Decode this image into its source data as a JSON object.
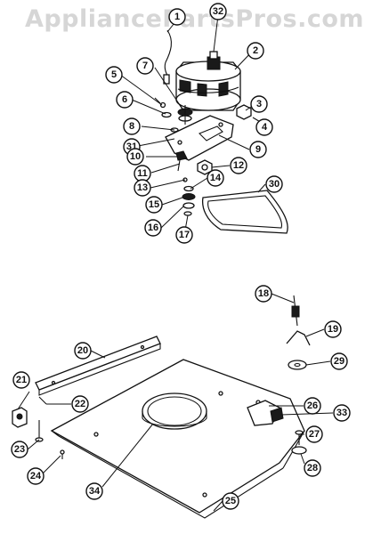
{
  "watermark": "AppliancePartsPros.com",
  "callouts": {
    "c1": "1",
    "c2": "2",
    "c3": "3",
    "c4": "4",
    "c5": "5",
    "c6": "6",
    "c7": "7",
    "c8": "8",
    "c9": "9",
    "c10": "10",
    "c11": "11",
    "c12": "12",
    "c13": "13",
    "c14": "14",
    "c15": "15",
    "c16": "16",
    "c17": "17",
    "c18": "18",
    "c19": "19",
    "c20": "20",
    "c21": "21",
    "c22": "22",
    "c23": "23",
    "c24": "24",
    "c25": "25",
    "c26": "26",
    "c27": "27",
    "c28": "28",
    "c29": "29",
    "c30": "30",
    "c31": "31",
    "c32": "32",
    "c33": "33",
    "c34": "34"
  }
}
